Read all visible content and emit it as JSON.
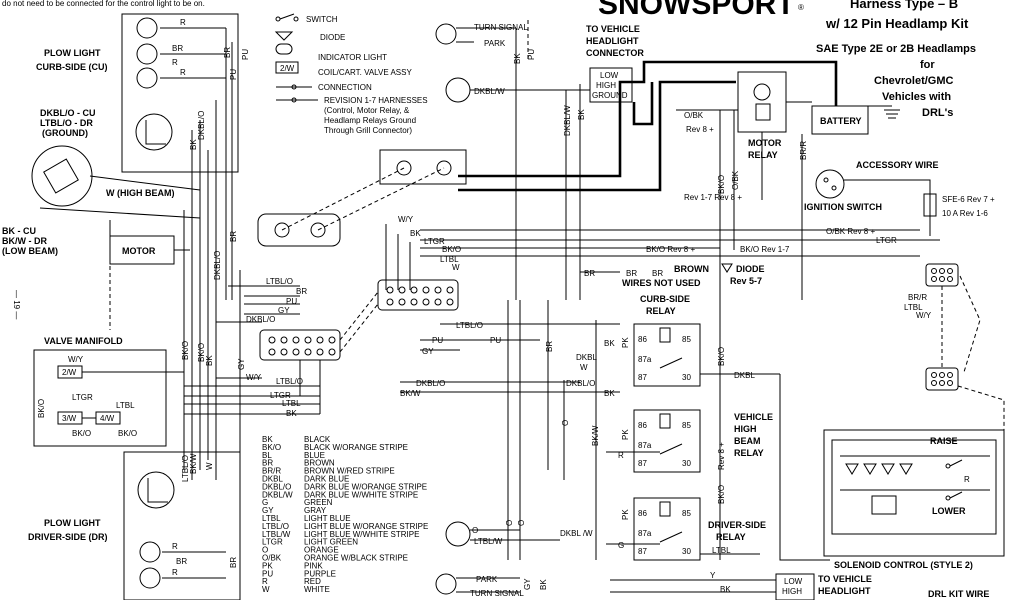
{
  "header": {
    "note": "do not need to be connected for the control light to be on.",
    "logo": "SNOWSPORT",
    "registered": "®",
    "title_line1": "Harness Type – B",
    "title_line2": "w/ 12 Pin Headlamp Kit",
    "title_line3": "SAE Type 2E or 2B Headlamps",
    "title_line4": "for",
    "title_line5": "Chevrolet/GMC",
    "title_line6": "Vehicles with",
    "title_line7": "DRL's"
  },
  "page_number": "— 19 —",
  "symbols": {
    "switch": "SWITCH",
    "diode": "DIODE",
    "indicator_light": "INDICATOR LIGHT",
    "coil_mark": "2/W",
    "coil": "COIL/CART. VALVE ASSY",
    "connection": "CONNECTION",
    "revision_1": "REVISION 1-7 HARNESSES",
    "revision_2": "(Control, Motor Relay, &",
    "revision_3": "Headlamp Relays Ground",
    "revision_4": "Through Grill Connector)"
  },
  "labels": {
    "plow_light_cu_1": "PLOW LIGHT",
    "plow_light_cu_2": "CURB-SIDE (CU)",
    "dkbl_o_cu": "DKBL/O - CU",
    "ltbl_o_dr": "LTBL/O - DR",
    "ground": "(GROUND)",
    "high_beam": "W (HIGH BEAM)",
    "bk_cu": "BK - CU",
    "bk_w_dr": "BK/W - DR",
    "low_beam": "(LOW BEAM)",
    "motor": "MOTOR",
    "valve_manifold": "VALVE MANIFOLD",
    "plow_light_dr_1": "PLOW LIGHT",
    "plow_light_dr_2": "DRIVER-SIDE (DR)",
    "turn_signal": "TURN SIGNAL",
    "park": "PARK",
    "to_vehicle_1": "TO VEHICLE",
    "to_vehicle_2": "HEADLIGHT",
    "to_vehicle_3": "CONNECTOR",
    "low_high_ground_1": "LOW",
    "low_high_ground_2": "HIGH",
    "low_high_ground_3": "GROUND",
    "rev8": "Rev 8 +",
    "motor_relay_1": "MOTOR",
    "motor_relay_2": "RELAY",
    "rev1_7_8": "Rev 1-7 Rev 8 +",
    "battery": "BATTERY",
    "accessory_wire": "ACCESSORY WIRE",
    "ignition_switch": "IGNITION SWITCH",
    "sfe": "SFE-6 Rev 7 +",
    "fuse10": "10 A Rev 1-6",
    "o_bk_rev8": "O/BK Rev 8 +",
    "ltgr": "LTGR",
    "bk_o_rev8": "BK/O Rev 8 +",
    "bk_o_rev1_7": "BK/O Rev 1-7",
    "brown_1": "BROWN",
    "brown_2": "WIRES NOT USED",
    "diode_lbl": "DIODE",
    "rev5_7": "Rev 5-7",
    "curb_relay_1": "CURB-SIDE",
    "curb_relay_2": "RELAY",
    "vehicle_relay_1": "VEHICLE",
    "vehicle_relay_2": "HIGH",
    "vehicle_relay_3": "BEAM",
    "vehicle_relay_4": "RELAY",
    "driver_relay_1": "DRIVER-SIDE",
    "driver_relay_2": "RELAY",
    "solenoid": "SOLENOID CONTROL (STYLE 2)",
    "raise": "RAISE",
    "lower": "LOWER",
    "drl_kit": "DRL KIT WIRE",
    "to_vehicle_b1": "TO VEHICLE",
    "to_vehicle_b2": "HEADLIGHT",
    "low_high_b1": "LOW",
    "low_high_b2": "HIGH"
  },
  "legend": [
    {
      "code": "BK",
      "name": "BLACK"
    },
    {
      "code": "BK/O",
      "name": "BLACK W/ORANGE STRIPE"
    },
    {
      "code": "BL",
      "name": "BLUE"
    },
    {
      "code": "BR",
      "name": "BROWN"
    },
    {
      "code": "BR/R",
      "name": "BROWN W/RED STRIPE"
    },
    {
      "code": "DKBL",
      "name": "DARK BLUE"
    },
    {
      "code": "DKBL/O",
      "name": "DARK BLUE W/ORANGE STRIPE"
    },
    {
      "code": "DKBL/W",
      "name": "DARK BLUE W/WHITE STRIPE"
    },
    {
      "code": "G",
      "name": "GREEN"
    },
    {
      "code": "GY",
      "name": "GRAY"
    },
    {
      "code": "LTBL",
      "name": "LIGHT BLUE"
    },
    {
      "code": "LTBL/O",
      "name": "LIGHT BLUE W/ORANGE STRIPE"
    },
    {
      "code": "LTBL/W",
      "name": "LIGHT BLUE W/WHITE STRIPE"
    },
    {
      "code": "LTGR",
      "name": "LIGHT GREEN"
    },
    {
      "code": "O",
      "name": "ORANGE"
    },
    {
      "code": "O/BK",
      "name": "ORANGE W/BLACK STRIPE"
    },
    {
      "code": "PK",
      "name": "PINK"
    },
    {
      "code": "PU",
      "name": "PURPLE"
    },
    {
      "code": "R",
      "name": "RED"
    },
    {
      "code": "W",
      "name": "WHITE"
    }
  ],
  "wires": {
    "r": "R",
    "br": "BR",
    "pu": "PU",
    "bk": "BK",
    "bk_o": "BK/O",
    "dkbl_o": "DKBL/O",
    "ltbl_o": "LTBL/O",
    "ltbl": "LTBL",
    "ltgr": "LTGR",
    "w": "W",
    "w_y": "W/Y",
    "gy": "GY",
    "dkbl_w": "DKBL/W",
    "o_bk": "O/BK",
    "br_r": "BR/R",
    "pk": "PK",
    "g": "G",
    "dkbl": "DKBL",
    "ltbl_w": "LTBL/W",
    "o": "O",
    "y": "Y",
    "bk_w": "BK/W",
    "dkbl_slash_w": "DKBL /W"
  },
  "valve": {
    "c1": "2/W",
    "c2": "3/W",
    "c3": "4/W"
  },
  "relay_pins": {
    "p86": "86",
    "p85": "85",
    "p87a": "87a",
    "p87": "87",
    "p30": "30"
  }
}
